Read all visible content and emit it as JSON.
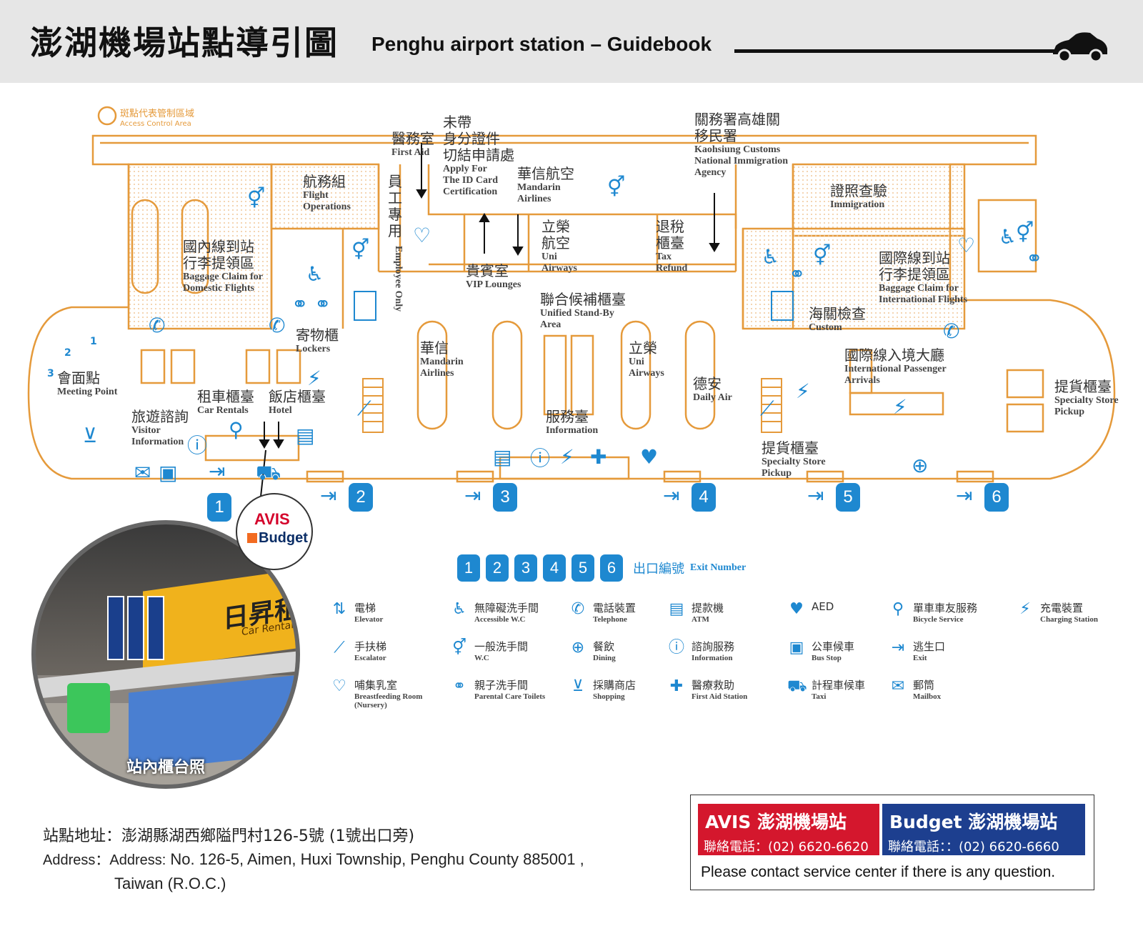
{
  "header": {
    "title_zh": "澎湖機場站點導引圖",
    "title_en": "Penghu airport station – Guidebook",
    "car_icon": "car-icon"
  },
  "map": {
    "access_control": {
      "zh": "斑點代表管制區域",
      "en": "Access Control Area"
    },
    "labels": {
      "first_aid": {
        "zh": "醫務室",
        "en": "First Aid"
      },
      "id_card": {
        "zh1": "未帶",
        "zh2": "身分證件",
        "zh3": "切結申請處",
        "en1": "Apply For",
        "en2": "The ID Card",
        "en3": "Certification"
      },
      "mandarin_top": {
        "zh": "華信航空",
        "en1": "Mandarin",
        "en2": "Airlines"
      },
      "customs_top": {
        "zh1": "關務署高雄關",
        "zh2": "移民署",
        "en1": "Kaohsiung Customs",
        "en2": "National Immigration",
        "en3": "Agency"
      },
      "flight_ops": {
        "zh": "航務組",
        "en1": "Flight",
        "en2": "Operations"
      },
      "employee": {
        "zh": "員工專用",
        "en": "Employee Only"
      },
      "immigration": {
        "zh": "證照查驗",
        "en": "Immigration"
      },
      "domestic_claim": {
        "zh1": "國內線到站",
        "zh2": "行李提領區",
        "en1": "Baggage Claim for",
        "en2": "Domestic Flights"
      },
      "vip": {
        "zh": "貴賓室",
        "en": "VIP Lounges"
      },
      "uni_top": {
        "zh1": "立榮",
        "zh2": "航空",
        "en1": "Uni",
        "en2": "Airways"
      },
      "tax_refund": {
        "zh1": "退稅",
        "zh2": "櫃臺",
        "en1": "Tax",
        "en2": "Refund"
      },
      "intl_claim": {
        "zh1": "國際線到站",
        "zh2": "行李提領區",
        "en1": "Baggage Claim for",
        "en2": "International Flights"
      },
      "standby": {
        "zh": "聯合候補櫃臺",
        "en1": "Unified Stand-By",
        "en2": "Area"
      },
      "custom": {
        "zh": "海關檢查",
        "en": "Custom"
      },
      "lockers": {
        "zh": "寄物櫃",
        "en": "Lockers"
      },
      "mandarin_mid": {
        "zh": "華信",
        "en1": "Mandarin",
        "en2": "Airlines"
      },
      "uni_mid": {
        "zh": "立榮",
        "en1": "Uni",
        "en2": "Airways"
      },
      "intl_arrivals": {
        "zh": "國際線入境大廳",
        "en1": "International Passenger",
        "en2": "Arrivals"
      },
      "meeting": {
        "zh": "會面點",
        "en": "Meeting Point"
      },
      "daily_air": {
        "zh": "德安",
        "en": "Daily Air"
      },
      "car_rental": {
        "zh": "租車櫃臺",
        "en": "Car Rentals"
      },
      "hotel": {
        "zh": "飯店櫃臺",
        "en": "Hotel"
      },
      "visitor": {
        "zh": "旅遊諮詢",
        "en1": "Visitor",
        "en2": "Information"
      },
      "information": {
        "zh": "服務臺",
        "en": "Information"
      },
      "specialty_right": {
        "zh": "提貨櫃臺",
        "en1": "Specialty Store",
        "en2": "Pickup"
      },
      "specialty_mid": {
        "zh": "提貨櫃臺",
        "en1": "Specialty Store",
        "en2": "Pickup"
      }
    },
    "meeting_numbers": [
      "1",
      "2",
      "3"
    ],
    "exits": [
      "1",
      "2",
      "3",
      "4",
      "5",
      "6"
    ]
  },
  "exit_legend": {
    "numbers": [
      "1",
      "2",
      "3",
      "4",
      "5",
      "6"
    ],
    "zh": "出口編號",
    "en": "Exit Number"
  },
  "legend": [
    {
      "icon": "elevator-icon",
      "glyph": "⇅",
      "zh": "電梯",
      "en": "Elevator"
    },
    {
      "icon": "accessible-wc-icon",
      "glyph": "♿",
      "zh": "無障礙洗手間",
      "en": "Accessible W.C"
    },
    {
      "icon": "telephone-icon",
      "glyph": "✆",
      "zh": "電話裝置",
      "en": "Telephone"
    },
    {
      "icon": "atm-icon",
      "glyph": "▤",
      "zh": "提款機",
      "en": "ATM"
    },
    {
      "icon": "aed-icon",
      "glyph": "♥",
      "zh": "AED",
      "en": ""
    },
    {
      "icon": "bicycle-icon",
      "glyph": "⚲",
      "zh": "單車車友服務",
      "en": "Bicycle Service"
    },
    {
      "icon": "charging-icon",
      "glyph": "⚡",
      "zh": "充電裝置",
      "en": "Charging Station"
    },
    {
      "icon": "escalator-icon",
      "glyph": "⟋",
      "zh": "手扶梯",
      "en": "Escalator"
    },
    {
      "icon": "wc-icon",
      "glyph": "⚥",
      "zh": "一般洗手間",
      "en": "W.C"
    },
    {
      "icon": "dining-icon",
      "glyph": "⊕",
      "zh": "餐飲",
      "en": "Dining"
    },
    {
      "icon": "information-icon",
      "glyph": "ⓘ",
      "zh": "諮詢服務",
      "en": "Information"
    },
    {
      "icon": "bus-icon",
      "glyph": "▣",
      "zh": "公車候車",
      "en": "Bus Stop"
    },
    {
      "icon": "exit-icon",
      "glyph": "⇥",
      "zh": "逃生口",
      "en": "Exit"
    },
    {
      "icon": "nursery-icon",
      "glyph": "♡",
      "zh": "哺集乳室",
      "en": "Breastfeeding Room",
      "en2": "(Nursery)"
    },
    {
      "icon": "parental-toilet-icon",
      "glyph": "⚭",
      "zh": "親子洗手間",
      "en": "Parental Care Toilets"
    },
    {
      "icon": "shopping-icon",
      "glyph": "⊻",
      "zh": "採購商店",
      "en": "Shopping"
    },
    {
      "icon": "first-aid-icon",
      "glyph": "✚",
      "zh": "醫療救助",
      "en": "First Aid Station"
    },
    {
      "icon": "taxi-icon",
      "glyph": "⛟",
      "zh": "計程車候車",
      "en": "Taxi"
    },
    {
      "icon": "mailbox-icon",
      "glyph": "✉",
      "zh": "郵筒",
      "en": "Mailbox"
    }
  ],
  "photo": {
    "caption": "站內櫃台照",
    "sign": "日昇租",
    "sign_sub": "Car Rental",
    "badge_avis": "AVIS",
    "badge_budget": "Budget"
  },
  "address": {
    "zh": "站點地址：澎湖縣湖西鄉隘門村126-5號 (1號出口旁)",
    "label": "Address：Address:",
    "line1": "No. 126-5, Aimen, Huxi Township, Penghu County 885001 ,",
    "line2": "Taiwan (R.O.C.)"
  },
  "contact": {
    "avis_title": "AVIS 澎湖機場站",
    "avis_phone": "聯絡電話：(02) 6620-6620",
    "budget_title": "Budget 澎湖機場站",
    "budget_phone": "聯絡電話：：(02) 6620-6660",
    "note": "Please contact service center if there is any question."
  },
  "colors": {
    "blue": "#1e88d0",
    "orange": "#e59a3b",
    "avis_red": "#d4172d",
    "budget_navy": "#1d3f8f"
  }
}
